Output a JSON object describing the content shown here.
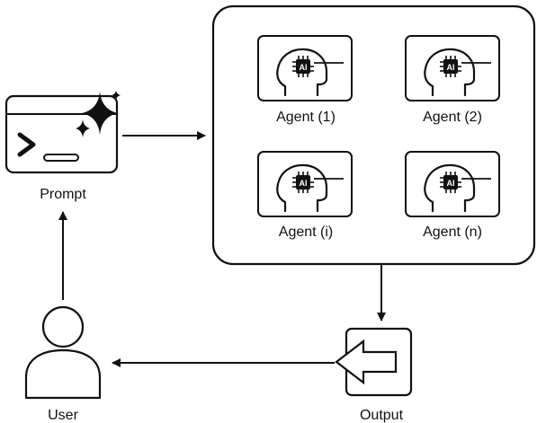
{
  "nodes": {
    "prompt": {
      "label": "Prompt"
    },
    "agents": [
      {
        "id": "agent-1",
        "label": "Agent (1)"
      },
      {
        "id": "agent-2",
        "label": "Agent (2)"
      },
      {
        "id": "agent-i",
        "label": "Agent (i)"
      },
      {
        "id": "agent-n",
        "label": "Agent (n)"
      }
    ],
    "output": {
      "label": "Output"
    },
    "user": {
      "label": "User"
    }
  },
  "chip_text": "AI",
  "edges": [
    {
      "from": "prompt",
      "to": "agents-group"
    },
    {
      "from": "agents-group",
      "to": "output"
    },
    {
      "from": "output",
      "to": "user"
    },
    {
      "from": "user",
      "to": "prompt"
    }
  ],
  "colors": {
    "stroke": "#111111",
    "background": "#ffffff"
  }
}
